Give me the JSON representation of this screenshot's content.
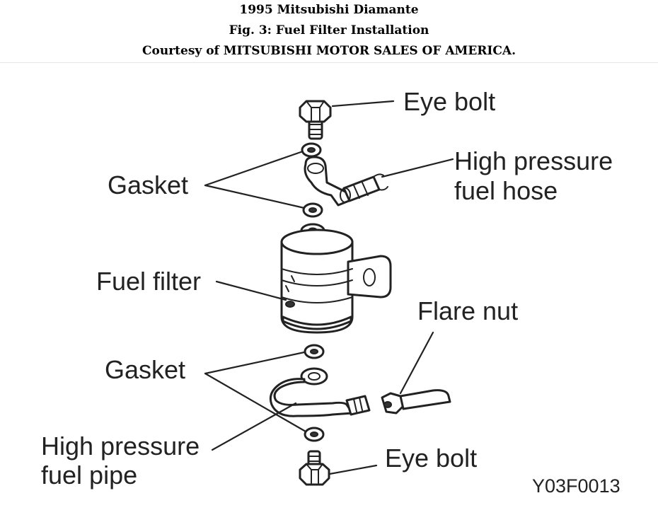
{
  "header": {
    "line1": "1995 Mitsubishi Diamante",
    "line2": "Fig. 3: Fuel Filter Installation",
    "line3": "Courtesy of MITSUBISHI MOTOR SALES OF AMERICA."
  },
  "diagram": {
    "labels": {
      "eye_bolt_top": "Eye bolt",
      "gasket_top": "Gasket",
      "hose_line1": "High pressure",
      "hose_line2": "fuel hose",
      "fuel_filter": "Fuel filter",
      "flare_nut": "Flare nut",
      "gasket_bottom": "Gasket",
      "pipe_line1": "High pressure",
      "pipe_line2": "fuel pipe",
      "eye_bolt_bottom": "Eye bolt"
    },
    "figure_code": "Y03F0013"
  }
}
